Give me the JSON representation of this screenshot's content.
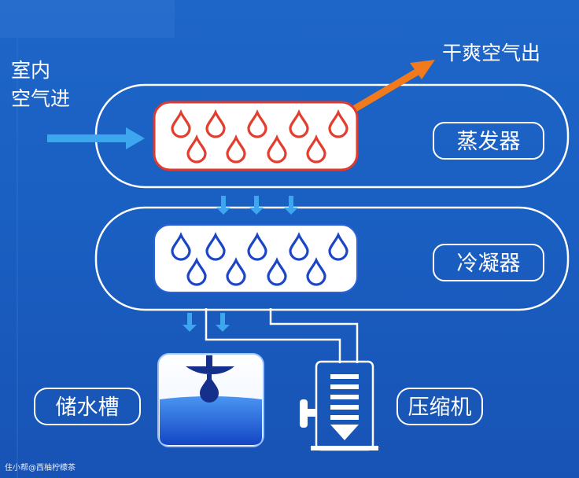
{
  "labels": {
    "indoor_air_in": [
      "室内",
      "空气进"
    ],
    "dry_air_out": "干爽空气出",
    "evaporator": "蒸发器",
    "condenser": "冷凝器",
    "water_tank": "储水槽",
    "compressor": "压缩机"
  },
  "watermark": "住小帮@西柚柠檬茶",
  "colors": {
    "background": "#1a5fc2",
    "outline": "#ffffff",
    "evaporator_drops": "#e33d2d",
    "evaporator_coil_border": "#e03a2c",
    "condenser_drops": "#1d46c7",
    "airflow_arrow": "#3da6ef",
    "dry_air_arrow": "#f07a1c",
    "water": "#1d6fe3"
  },
  "icons": [
    "water-drop-icon",
    "airflow-arrow-icon",
    "drip-funnel-icon",
    "compressor-icon"
  ]
}
